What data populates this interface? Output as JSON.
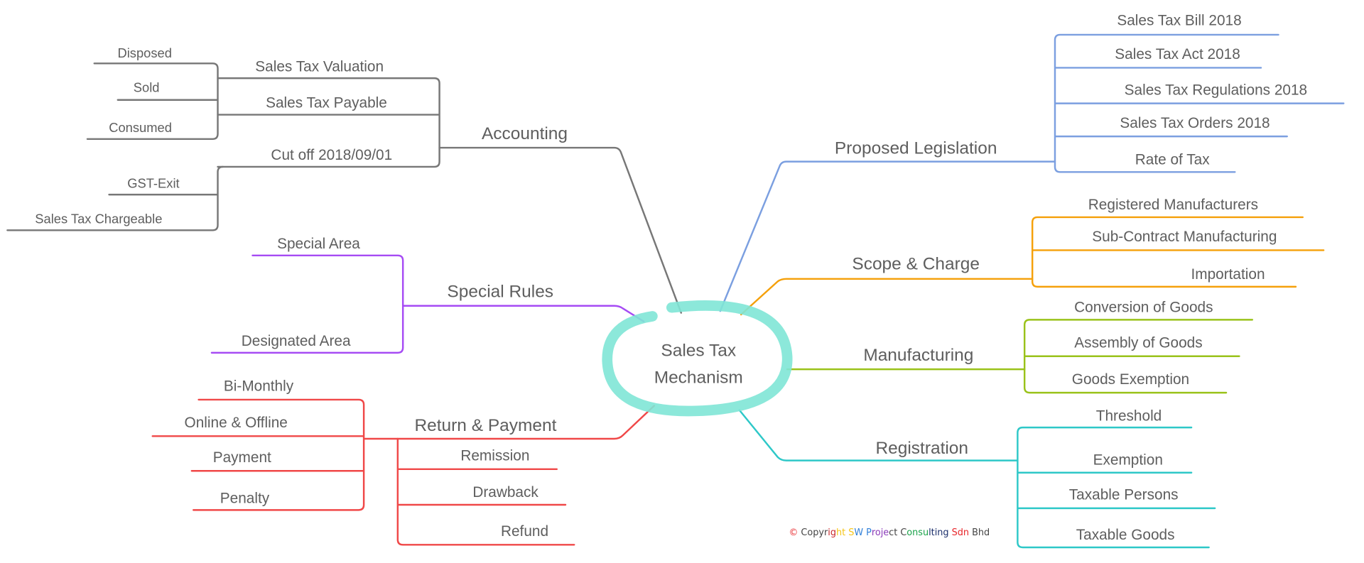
{
  "central": {
    "line1": "Sales Tax",
    "line2": "Mechanism",
    "color": "#7fe6d6"
  },
  "branches": {
    "accounting": {
      "label": "Accounting",
      "color": "#777777",
      "children": [
        "Sales Tax Valuation",
        "Sales Tax Payable",
        "Cut off 2018/09/01"
      ],
      "grandchildren": [
        "Disposed",
        "Sold",
        "Consumed",
        "GST-Exit",
        "Sales Tax Chargeable"
      ]
    },
    "special_rules": {
      "label": "Special Rules",
      "color": "#a64bf4",
      "children": [
        "Special Area",
        "Designated Area"
      ]
    },
    "return_payment": {
      "label": "Return & Payment",
      "color": "#f04848",
      "children": [
        "Bi-Monthly",
        "Online & Offline",
        "Payment",
        "Penalty",
        "Remission",
        "Drawback",
        "Refund"
      ]
    },
    "proposed_legislation": {
      "label": "Proposed Legislation",
      "color": "#7b9fe0",
      "children": [
        "Sales Tax Bill 2018",
        "Sales Tax Act 2018",
        "Sales Tax Regulations 2018",
        "Sales Tax Orders 2018",
        "Rate of Tax"
      ]
    },
    "scope_charge": {
      "label": "Scope & Charge",
      "color": "#f5a00a",
      "children": [
        "Registered Manufacturers",
        "Sub-Contract Manufacturing",
        "Importation"
      ]
    },
    "manufacturing": {
      "label": "Manufacturing",
      "color": "#9ac21a",
      "children": [
        "Conversion of Goods",
        "Assembly of Goods",
        "Goods Exemption"
      ]
    },
    "registration": {
      "label": "Registration",
      "color": "#2ec8c8",
      "children": [
        "Threshold",
        "Exemption",
        "Taxable Persons",
        "Taxable Goods"
      ]
    }
  },
  "copyright": "© Copyright SW Project Consulting Sdn Bhd"
}
